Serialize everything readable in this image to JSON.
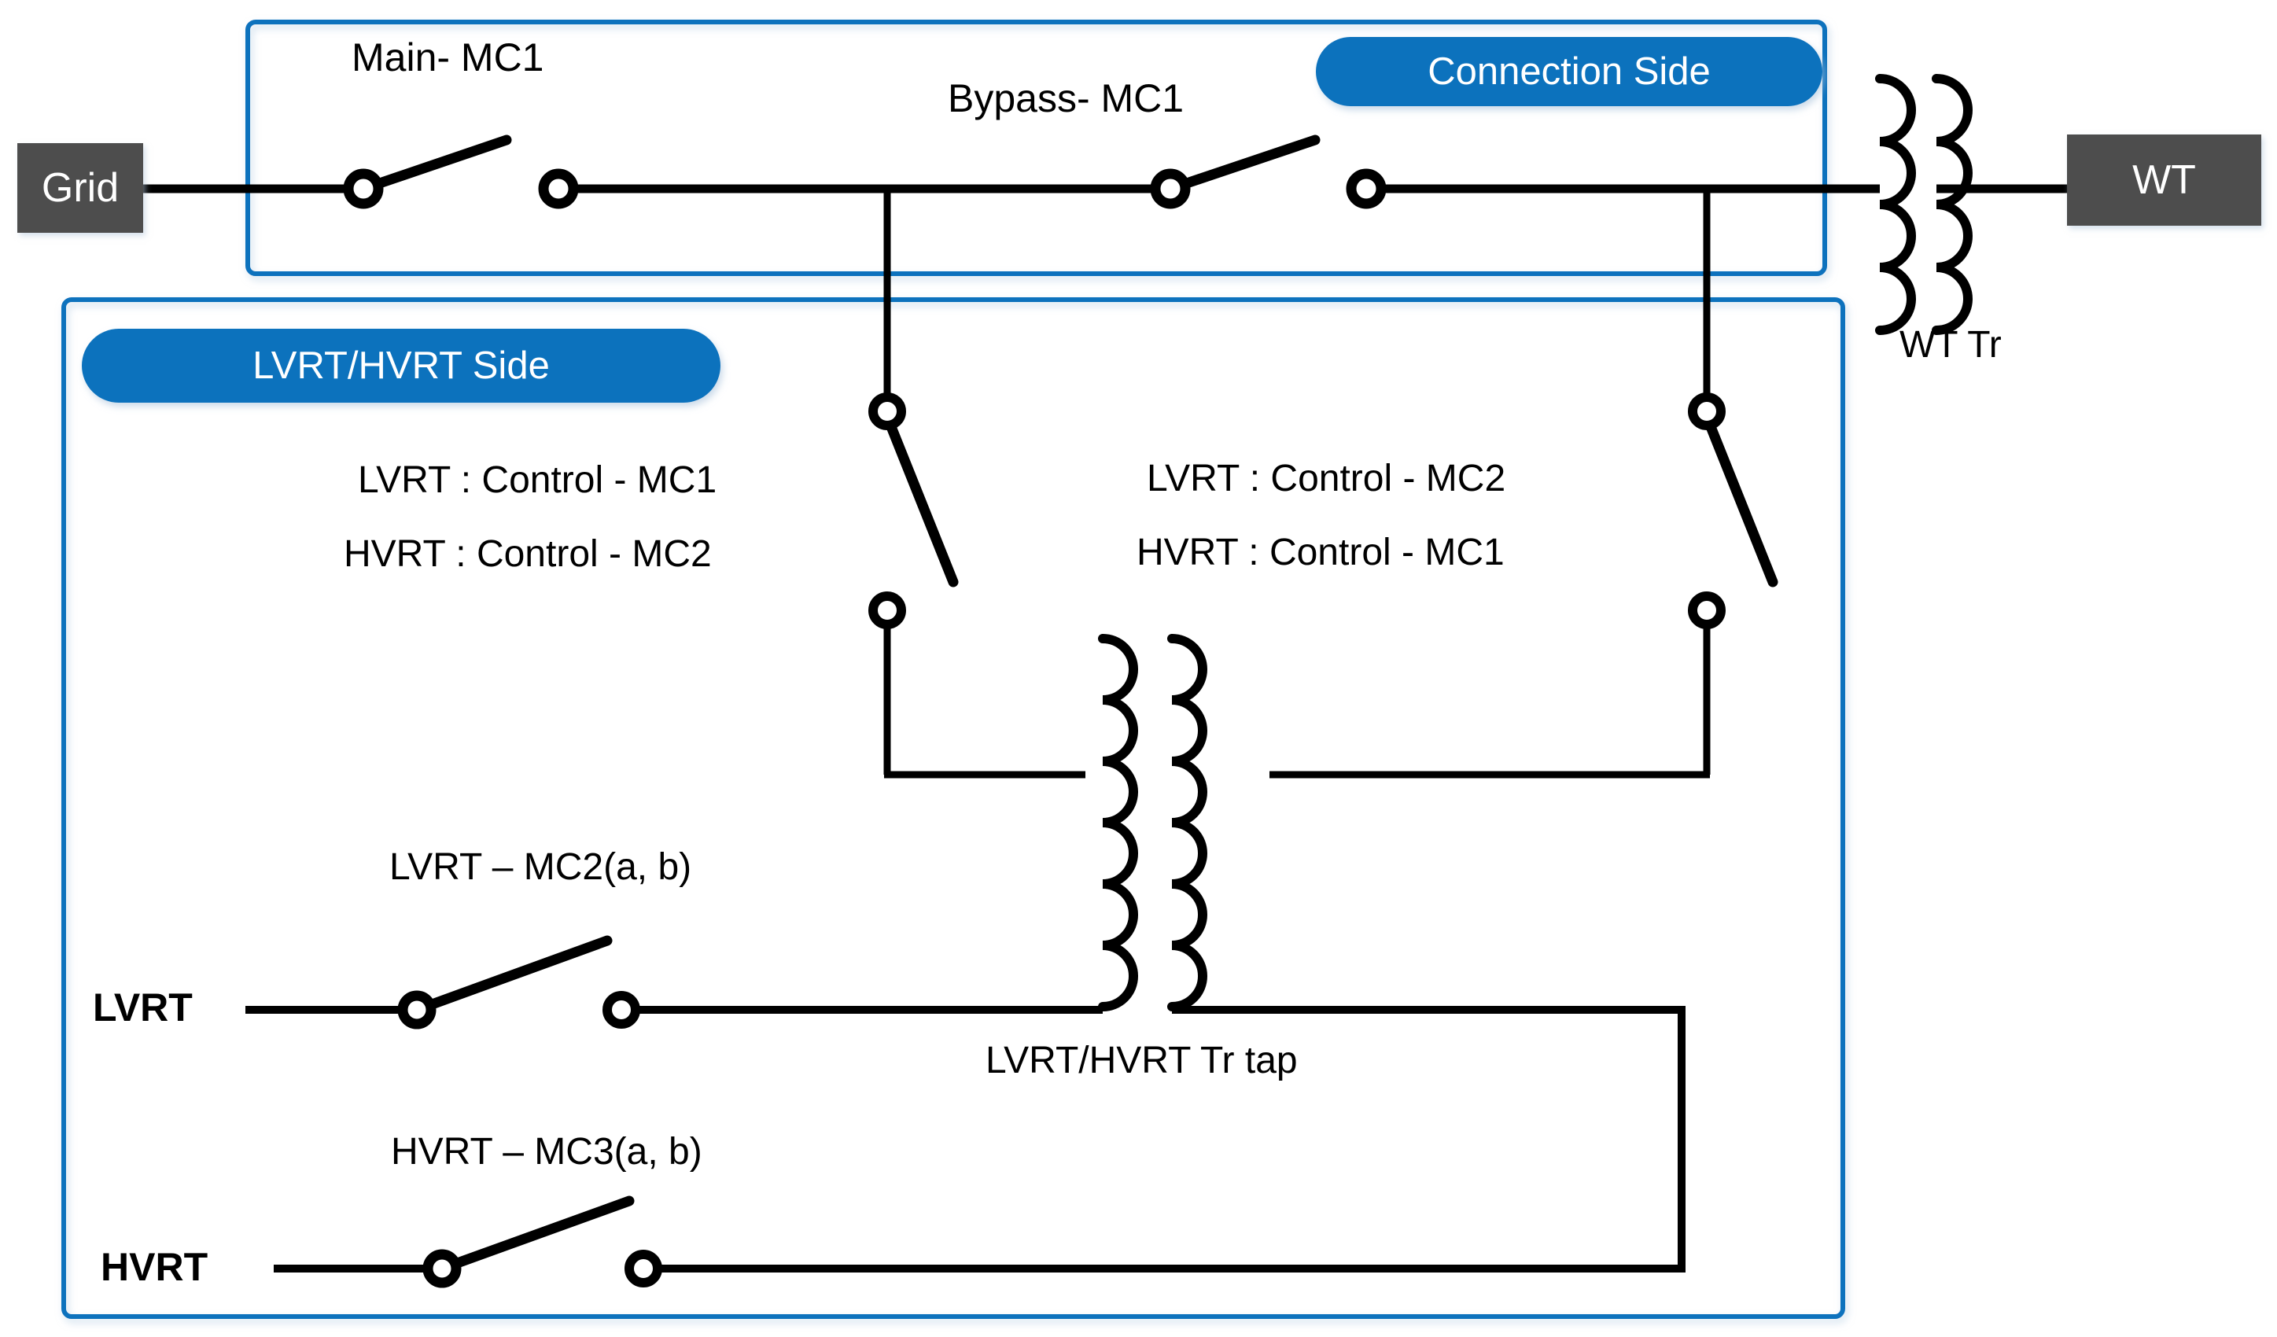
{
  "diagram": {
    "title": "LVRT/HVRT test circuit single-line diagram",
    "accent_color": "#0c72bd",
    "block_color": "#4d4d4d",
    "wire_color": "#000000"
  },
  "blocks": {
    "grid": "Grid",
    "wt": "WT"
  },
  "pills": {
    "connection_side": "Connection Side",
    "lvrt_hvrt_side": "LVRT/HVRT Side"
  },
  "labels": {
    "main_mc1": "Main- MC1",
    "bypass_mc1": "Bypass- MC1",
    "wt_tr": "WT Tr",
    "left_lvrt_control": "LVRT : Control - MC1",
    "left_hvrt_control": "HVRT : Control - MC2",
    "right_lvrt_control": "LVRT : Control - MC2",
    "right_hvrt_control": "HVRT : Control - MC1",
    "lvrt_mc2": "LVRT – MC2(a, b)",
    "hvrt_mc3": "HVRT – MC3(a, b)",
    "tr_tap": "LVRT/HVRT Tr tap",
    "lvrt_terminal": "LVRT",
    "hvrt_terminal": "HVRT"
  },
  "components": {
    "switches": [
      {
        "name": "main-mc1-switch",
        "state": "open"
      },
      {
        "name": "bypass-mc1-switch",
        "state": "open"
      },
      {
        "name": "lvrt-control-mc1-switch",
        "state": "open"
      },
      {
        "name": "lvrt-control-mc2-switch",
        "state": "open"
      },
      {
        "name": "lvrt-mc2-switch",
        "state": "open"
      },
      {
        "name": "hvrt-mc3-switch",
        "state": "open"
      }
    ],
    "transformers": [
      {
        "name": "wt-transformer",
        "label": "WT Tr",
        "coils_per_winding": 4
      },
      {
        "name": "lvrt-hvrt-transformer",
        "label": "LVRT/HVRT Tr tap",
        "coils_per_winding": 6
      }
    ]
  }
}
